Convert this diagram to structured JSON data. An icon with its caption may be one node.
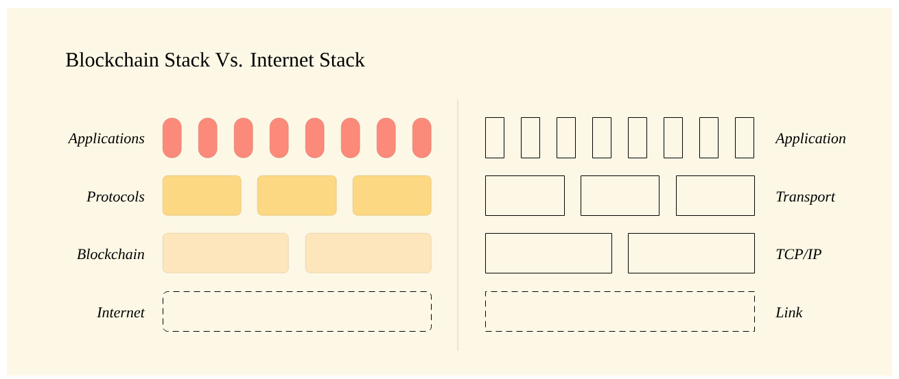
{
  "diagram": {
    "title": "Blockchain Stack Vs. Internet Stack",
    "nodes": [
      {
        "text": [],
        "shape": "box"
      },
      {
        "text": [],
        "shape": "box"
      },
      {
        "text": [],
        "shape": "box"
      },
      {
        "text": [],
        "shape": "box"
      },
      {
        "text": [],
        "shape": "box"
      },
      {
        "text": [],
        "shape": "box"
      },
      {
        "text": [],
        "shape": "box"
      },
      {
        "text": [],
        "shape": "box"
      },
      {
        "text": [],
        "shape": "box"
      },
      {
        "text": [],
        "shape": "box"
      },
      {
        "text": [],
        "shape": "box"
      },
      {
        "text": [],
        "shape": "box"
      },
      {
        "text": [],
        "shape": "box"
      },
      {
        "text": [],
        "shape": "box"
      },
      {
        "text": [],
        "shape": "box"
      },
      {
        "text": [],
        "shape": "box"
      },
      {
        "text": [],
        "shape": "box"
      },
      {
        "text": [],
        "shape": "box"
      },
      {
        "text": [],
        "shape": "box"
      },
      {
        "text": [],
        "shape": "box"
      },
      {
        "text": [],
        "shape": "box"
      },
      {
        "text": [],
        "shape": "box"
      },
      {
        "text": [],
        "shape": "box"
      },
      {
        "text": [],
        "shape": "box"
      },
      {
        "text": [],
        "shape": "box"
      },
      {
        "text": [],
        "shape": "box"
      },
      {
        "text": [],
        "shape": "box"
      },
      {
        "text": [],
        "shape": "box"
      }
    ],
    "labels": [
      "Applications",
      "Application",
      "Protocols",
      "Transport",
      "Blockchain",
      "TCP/IP",
      "Internet",
      "Link"
    ]
  }
}
